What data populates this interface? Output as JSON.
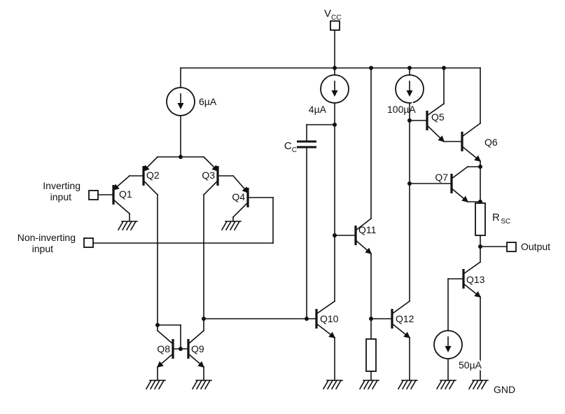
{
  "diagram": {
    "power": {
      "vcc_main": "V",
      "vcc_sub": "CC",
      "gnd_label": "GND"
    },
    "current_sources": {
      "tail": "6µA",
      "second_stage": "4µA",
      "output_stage": "100µA",
      "sink": "50µA"
    },
    "capacitor": {
      "main": "C",
      "sub": "C"
    },
    "resistor": {
      "main": "R",
      "sub": "SC"
    },
    "transistors": {
      "q1": "Q1",
      "q2": "Q2",
      "q3": "Q3",
      "q4": "Q4",
      "q5": "Q5",
      "q6": "Q6",
      "q7": "Q7",
      "q8": "Q8",
      "q9": "Q9",
      "q10": "Q10",
      "q11": "Q11",
      "q12": "Q12",
      "q13": "Q13"
    },
    "terminals": {
      "inverting_line1": "Inverting",
      "inverting_line2": "input",
      "noninverting_line1": "Non-inverting",
      "noninverting_line2": "input",
      "output": "Output"
    }
  }
}
